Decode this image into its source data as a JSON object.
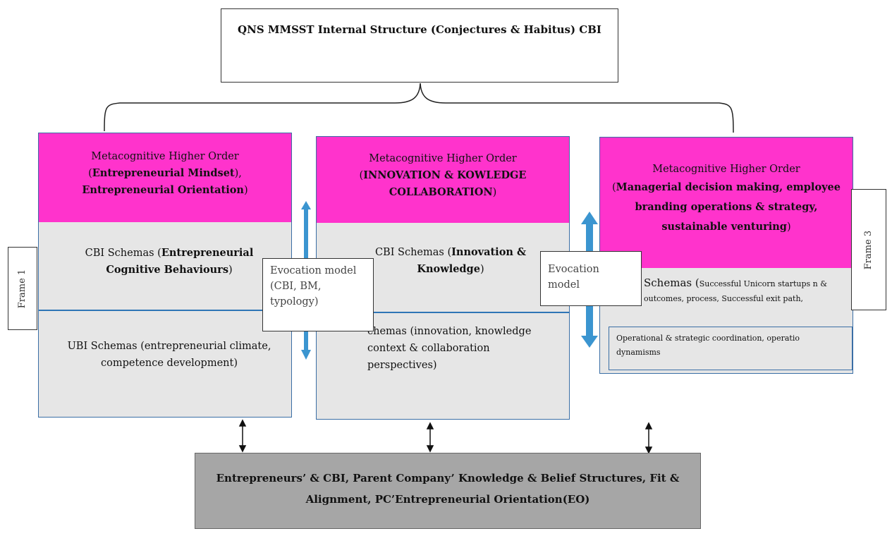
{
  "title": "QNS MMSST Internal Structure (Conjectures & Habitus) CBI",
  "frame1": {
    "head_line1": "Metacognitive Higher Order",
    "head_line2_bold": "Entrepreneurial Mindset",
    "head_line3_bold": "Entrepreneurial Orientation",
    "cbi_prefix": "CBI Schemas (",
    "cbi_bold": "Entrepreneurial Cognitive Behaviours",
    "ubi_text": "UBI Schemas (entrepreneurial climate, competence development)",
    "side_label": "Frame 1"
  },
  "frame2": {
    "head_line1": "Metacognitive Higher Order",
    "head_bold": "INNOVATION & KOWLEDGE COLLABORATION",
    "cbi_prefix": "CBI Schemas (",
    "cbi_bold": "Innovation & Knowledge",
    "lower_text": "chemas (innovation, knowledge context & collaboration perspectives)"
  },
  "frame3": {
    "head_line1": "Metacognitive Higher Order",
    "head_bold": "Managerial decision making, employee branding operations & strategy, sustainable venturing",
    "schemas_prefix": "Schemas (",
    "schemas_small": "Successful Unicorn startups n & outcomes, process, Successful exit path,",
    "ops_text": "Operational & strategic coordination, operatio dynamisms",
    "side_label": "Frame 3"
  },
  "evocation1": "Evocation model (CBI, BM, typology)",
  "evocation2": "Evocation model",
  "bottom": "Entrepreneurs’ & CBI, Parent Company’ Knowledge & Belief Structures, Fit & Alignment, PC’Entrepreneurial Orientation(EO)"
}
